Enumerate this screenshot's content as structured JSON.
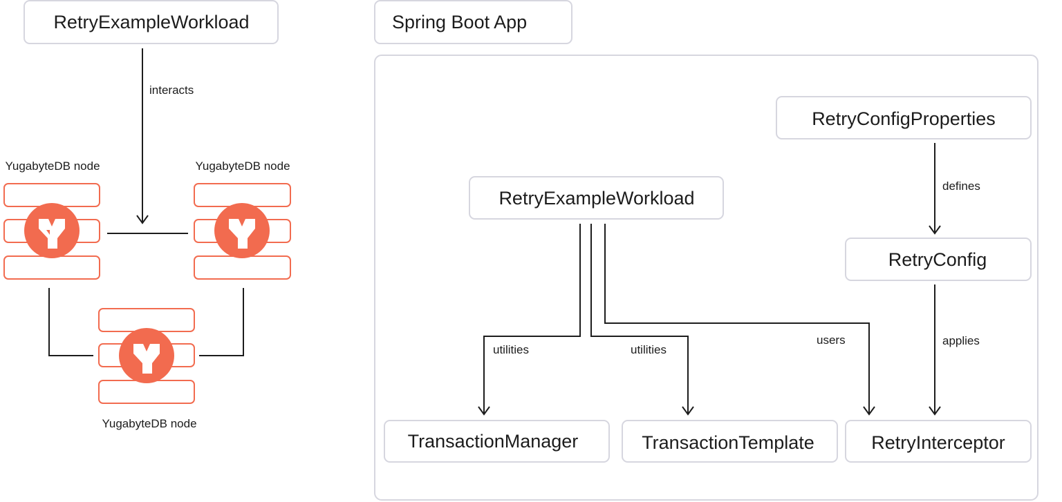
{
  "colors": {
    "accent": "#f26b4f",
    "box_border": "#d6d6df",
    "line": "#1c1c1c"
  },
  "left": {
    "workload_label": "RetryExampleWorkload",
    "interacts_label": "interacts",
    "node_left_label": "YugabyteDB node",
    "node_right_label": "YugabyteDB node",
    "node_bottom_label": "YugabyteDB node",
    "node_icon": "yugabytedb-logo-icon"
  },
  "app": {
    "title": "Spring Boot App",
    "workload_label": "RetryExampleWorkload",
    "config_props_label": "RetryConfigProperties",
    "config_label": "RetryConfig",
    "tx_manager_label": "TransactionManager",
    "tx_template_label": "TransactionTemplate",
    "interceptor_label": "RetryInterceptor",
    "edge_utilities_1": "utilities",
    "edge_utilities_2": "utilities",
    "edge_users": "users",
    "edge_defines": "defines",
    "edge_applies": "applies"
  }
}
